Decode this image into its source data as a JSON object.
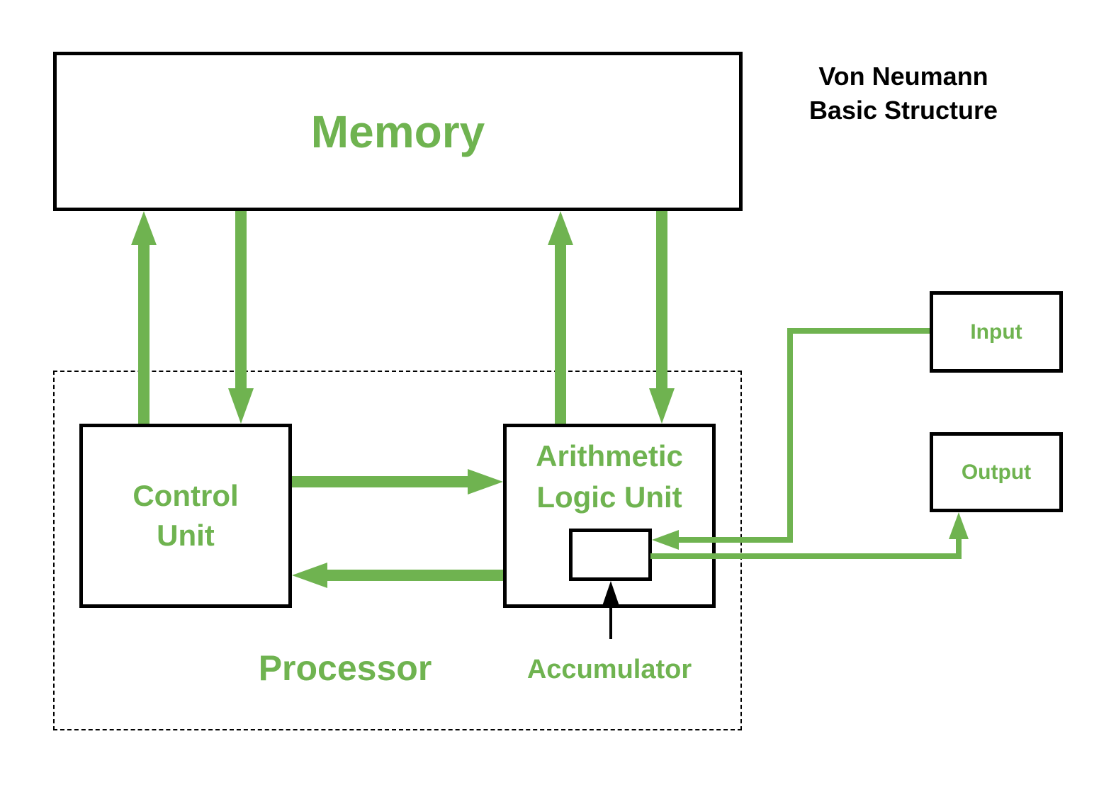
{
  "colors": {
    "accent_green": "#6fb350",
    "line_black": "#000000",
    "background": "#ffffff"
  },
  "title": {
    "line1": "Von Neumann",
    "line2": "Basic Structure"
  },
  "diagram": {
    "memory": {
      "label": "Memory"
    },
    "processor": {
      "label": "Processor"
    },
    "control_unit": {
      "line1": "Control",
      "line2": "Unit"
    },
    "alu": {
      "line1": "Arithmetic",
      "line2": "Logic Unit"
    },
    "accumulator": {
      "label": "Accumulator"
    },
    "input": {
      "label": "Input"
    },
    "output": {
      "label": "Output"
    }
  },
  "connections": [
    {
      "from": "Control Unit",
      "to": "Memory",
      "style": "thick-green-arrow"
    },
    {
      "from": "Memory",
      "to": "Control Unit",
      "style": "thick-green-arrow"
    },
    {
      "from": "Arithmetic Logic Unit",
      "to": "Memory",
      "style": "thick-green-arrow"
    },
    {
      "from": "Memory",
      "to": "Arithmetic Logic Unit",
      "style": "thick-green-arrow"
    },
    {
      "from": "Control Unit",
      "to": "Arithmetic Logic Unit",
      "style": "thick-green-arrow"
    },
    {
      "from": "Arithmetic Logic Unit",
      "to": "Control Unit",
      "style": "thick-green-arrow"
    },
    {
      "from": "Input",
      "to": "Accumulator register",
      "style": "thin-green-elbow-arrow"
    },
    {
      "from": "Accumulator register",
      "to": "Output",
      "style": "thin-green-elbow-arrow"
    },
    {
      "from": "Accumulator label",
      "to": "Accumulator register",
      "style": "thin-black-arrow"
    }
  ]
}
